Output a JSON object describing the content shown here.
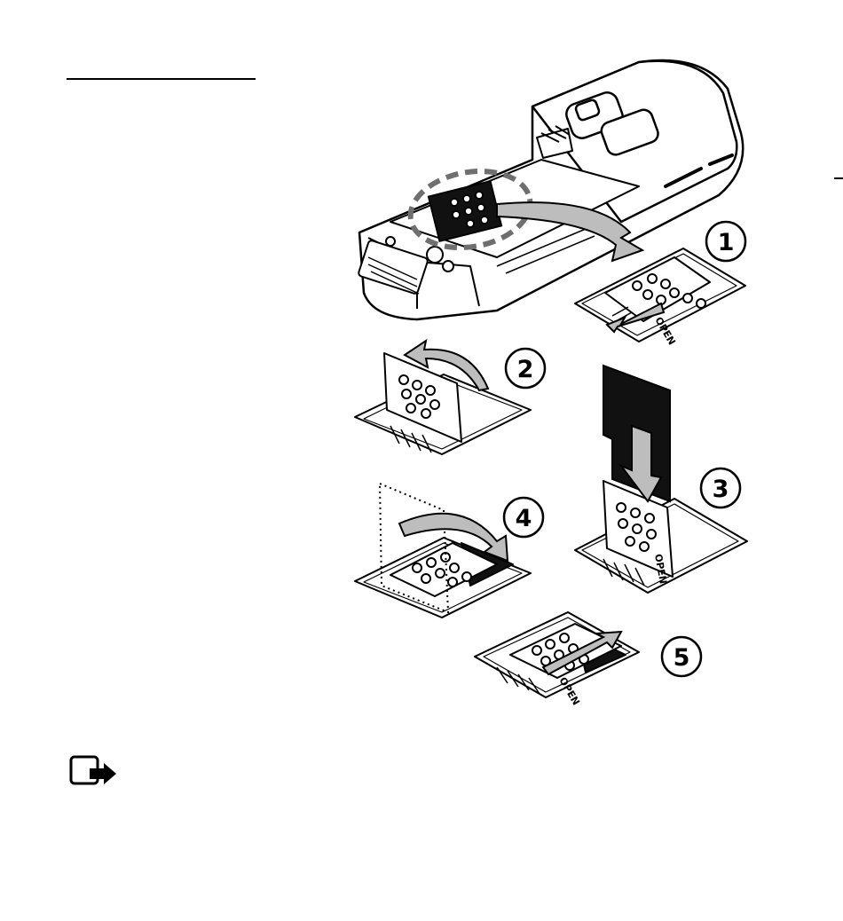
{
  "steps": [
    {
      "number": "1"
    },
    {
      "number": "2"
    },
    {
      "number": "3"
    },
    {
      "number": "4"
    },
    {
      "number": "5"
    }
  ],
  "holder_label": "OPEN",
  "colors": {
    "ink": "#000000",
    "paper": "#ffffff",
    "highlight": "#6f6f6f",
    "arrow_fill": "#bdbdbd"
  },
  "icons": {
    "note": "note-icon"
  }
}
